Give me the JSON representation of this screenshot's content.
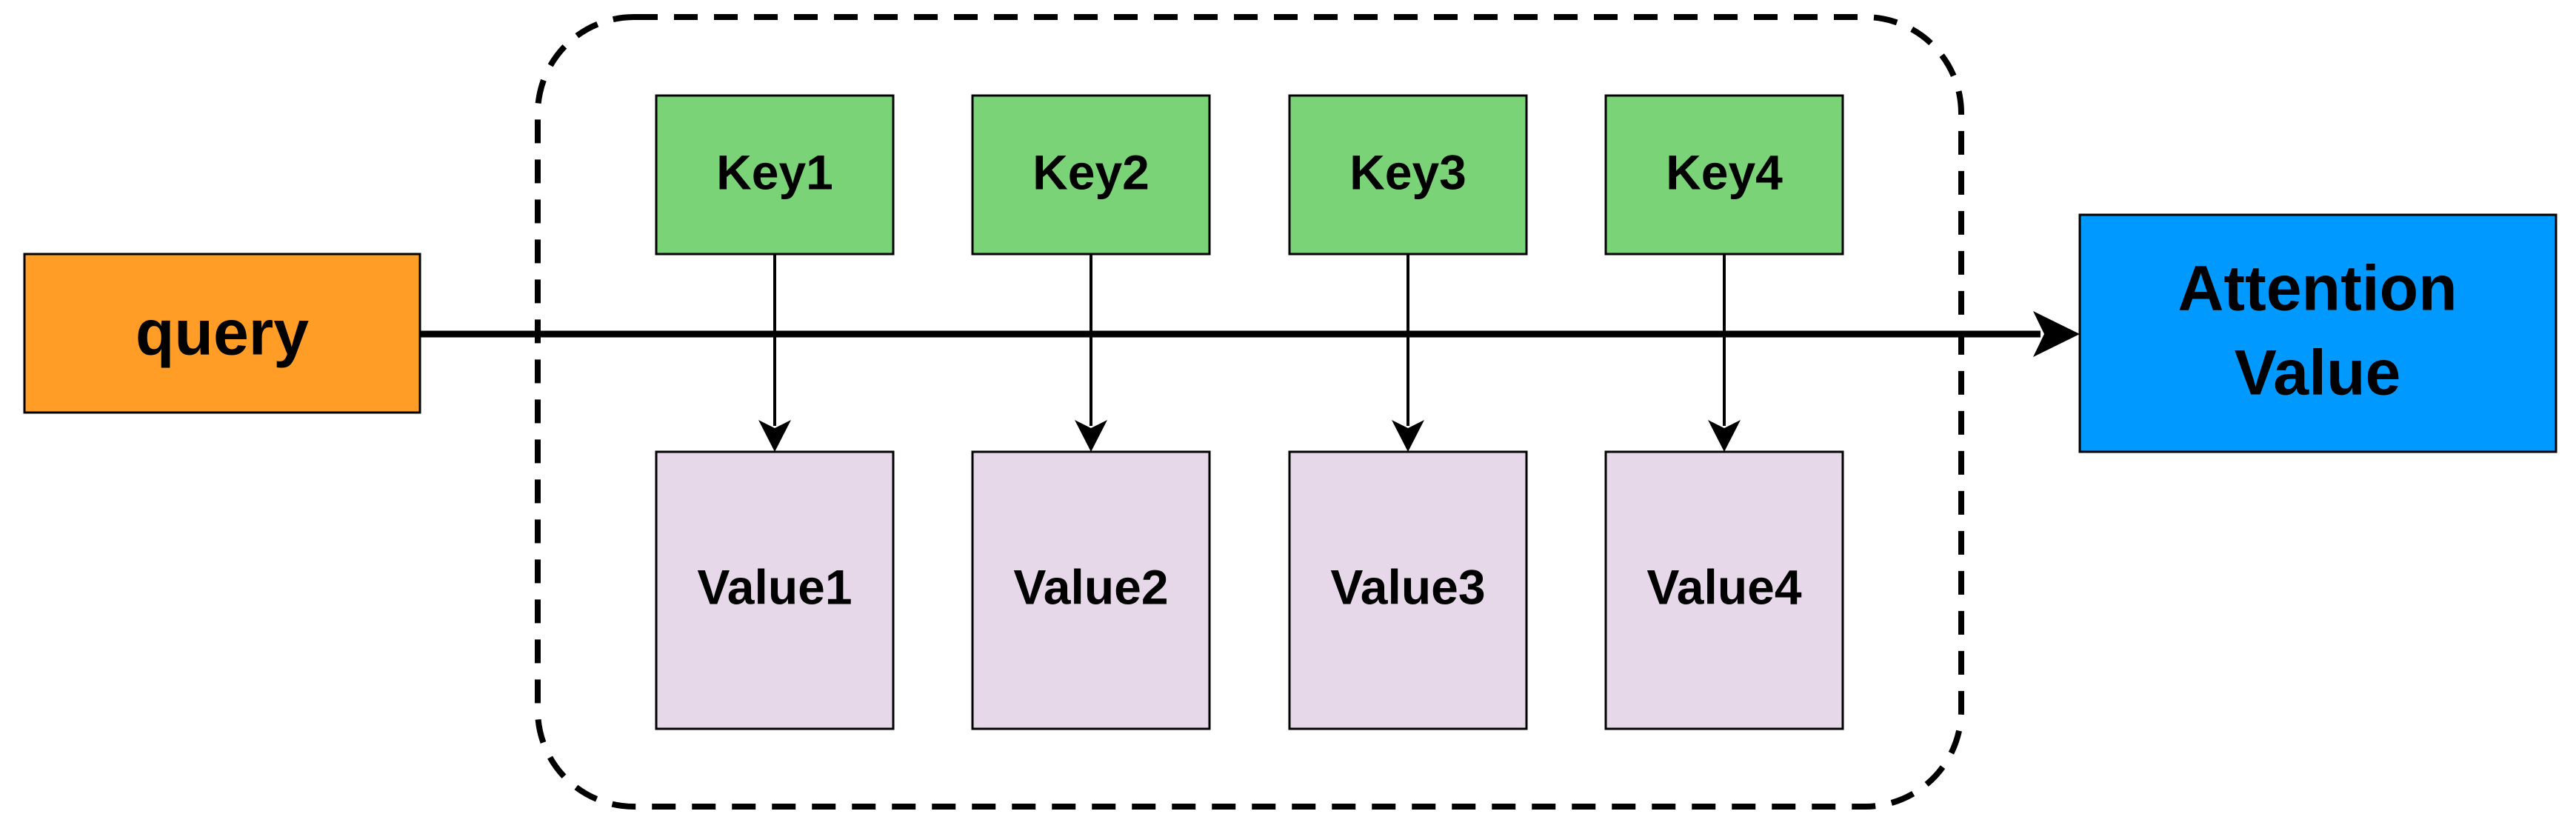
{
  "diagram": {
    "query_label": "query",
    "output_label_line1": "Attention",
    "output_label_line2": "Value",
    "keys": [
      "Key1",
      "Key2",
      "Key3",
      "Key4"
    ],
    "values": [
      "Value1",
      "Value2",
      "Value3",
      "Value4"
    ]
  },
  "colors": {
    "query_fill": "#FF9D26",
    "output_fill": "#0099FF",
    "key_fill": "#7AD477",
    "value_fill": "#E6D7E9",
    "line": "#000000"
  }
}
